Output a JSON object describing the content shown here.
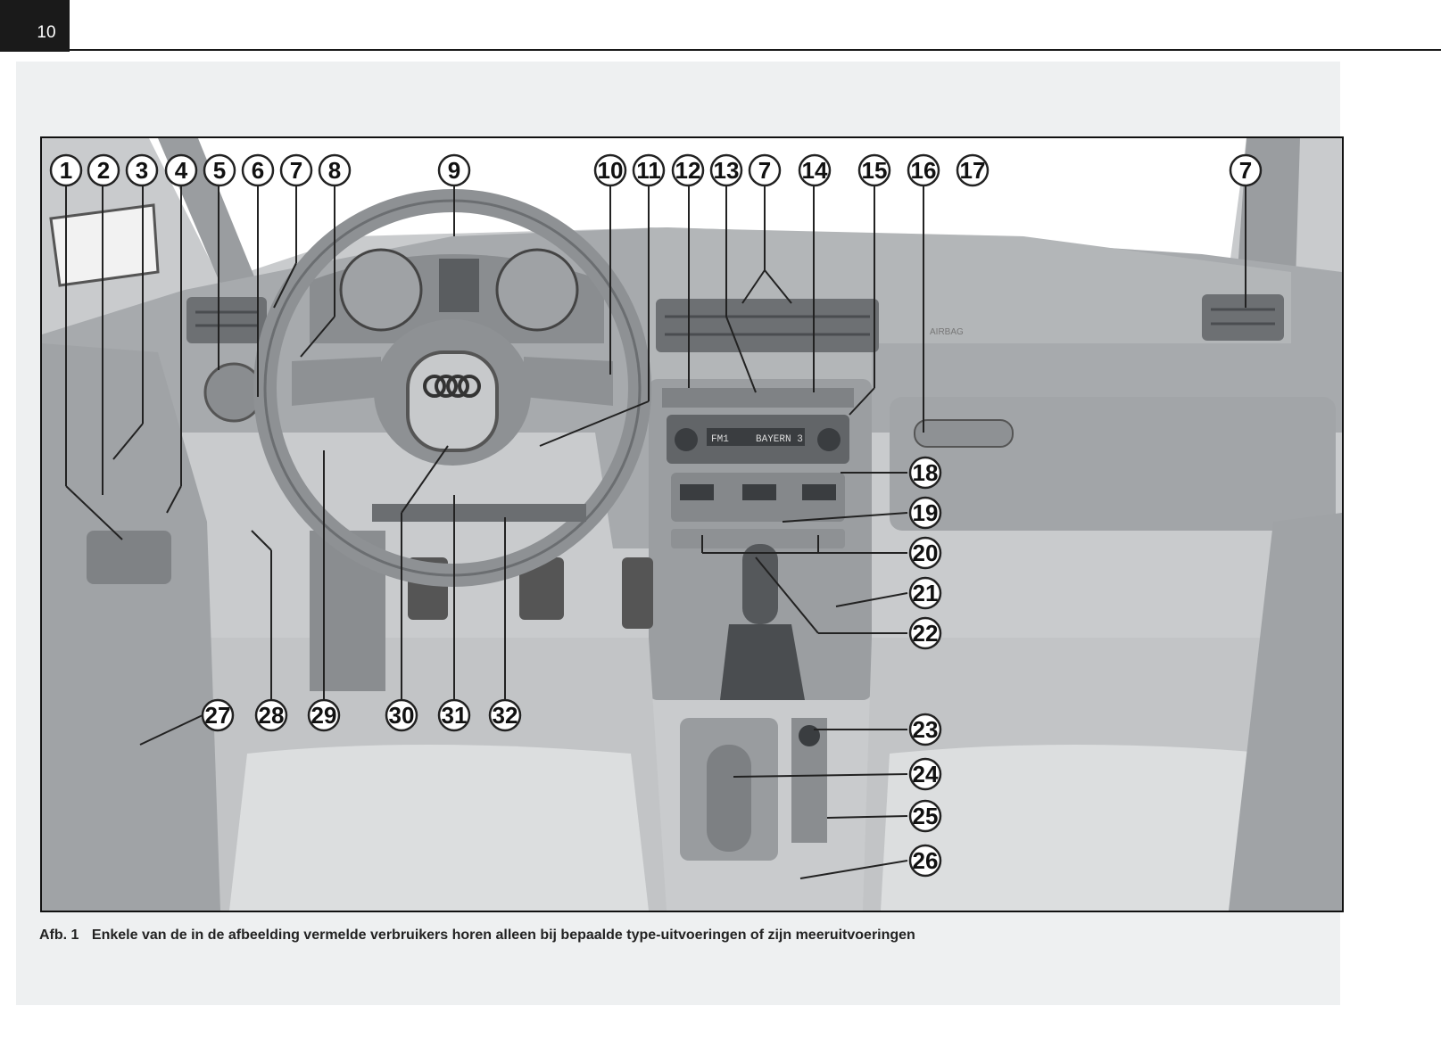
{
  "page": {
    "number": "10"
  },
  "figure": {
    "label": "Afb. 1",
    "caption": "Enkele van de in de afbeelding vermelde verbruikers horen alleen bij bepaalde type-uitvoeringen of zijn meeruitvoeringen",
    "callouts": [
      "1",
      "2",
      "3",
      "4",
      "5",
      "6",
      "7",
      "8",
      "9",
      "10",
      "11",
      "12",
      "13",
      "7",
      "14",
      "15",
      "16",
      "17",
      "7",
      "18",
      "19",
      "20",
      "21",
      "22",
      "23",
      "24",
      "25",
      "26",
      "27",
      "28",
      "29",
      "30",
      "31",
      "32"
    ],
    "radio_display": "BAYERN 3",
    "radio_band": "FM1",
    "airbag_text": "AIRBAG"
  }
}
